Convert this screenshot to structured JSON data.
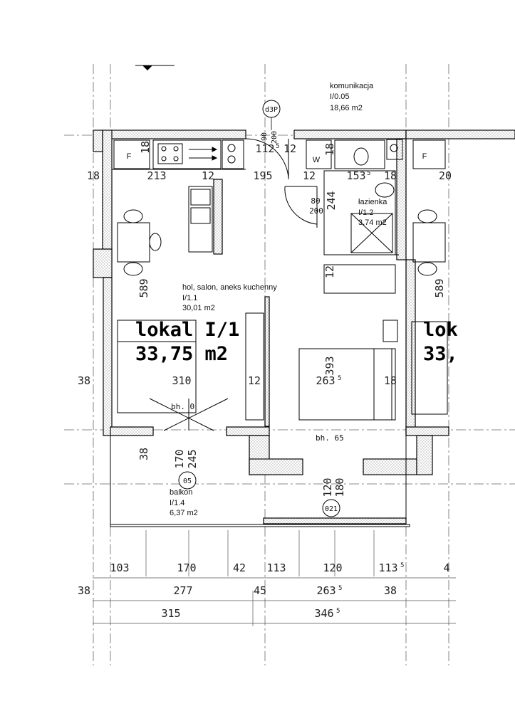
{
  "rooms": {
    "corridor": {
      "name": "komunikacja",
      "code": "I/0.05",
      "area": "18,66 m2"
    },
    "living": {
      "name": "hol, salon, aneks kuchenny",
      "code": "I/1.1",
      "area": "30,01 m2"
    },
    "bathroom": {
      "name": "łazienka",
      "code": "I/1.2",
      "area": "3,74 m2"
    },
    "balcony": {
      "name": "balkon",
      "code": "I/1.4",
      "area": "6,37 m2"
    }
  },
  "unit": {
    "name": "lokal I/1",
    "area": "33,75 m2",
    "next_name": "lok",
    "next_area": "33,"
  },
  "tags": {
    "d3p": "d3P",
    "t05": "05",
    "t021": "021"
  },
  "fixtures": {
    "fridge": "F",
    "fridge2": "F",
    "washer": "W"
  },
  "heights": {
    "bh0": "bh. 0",
    "bh65": "bh. 65"
  },
  "dims": {
    "top_18a": "18",
    "top_213": "213",
    "top_12a": "12",
    "top_195": "195",
    "top_12b": "12",
    "top_153": "153",
    "top_153s": "5",
    "top_18b": "18",
    "top_20": "20",
    "door_90": "90",
    "door_200": "200",
    "door_112": "112",
    "door_112s": "5",
    "door_12": "12",
    "bath_18": "18",
    "side_18": "18",
    "d80": "80",
    "d200": "200",
    "d244": "244",
    "v589": "589",
    "v589b": "589",
    "v12": "12",
    "v393": "393",
    "mid_38": "38",
    "mid_310": "310",
    "mid_12": "12",
    "mid_263": "263",
    "mid_263s": "5",
    "mid_18": "18",
    "low_38": "38",
    "v170": "170",
    "v245": "245",
    "v120": "120",
    "v180": "180",
    "r1": [
      "103",
      "170",
      "42",
      "113",
      "120",
      "113",
      "4"
    ],
    "r1s": "5",
    "r2": [
      "38",
      "277",
      "45",
      "263",
      "38"
    ],
    "r2s": "5",
    "r3": [
      "315",
      "346"
    ],
    "r3s": "5"
  }
}
